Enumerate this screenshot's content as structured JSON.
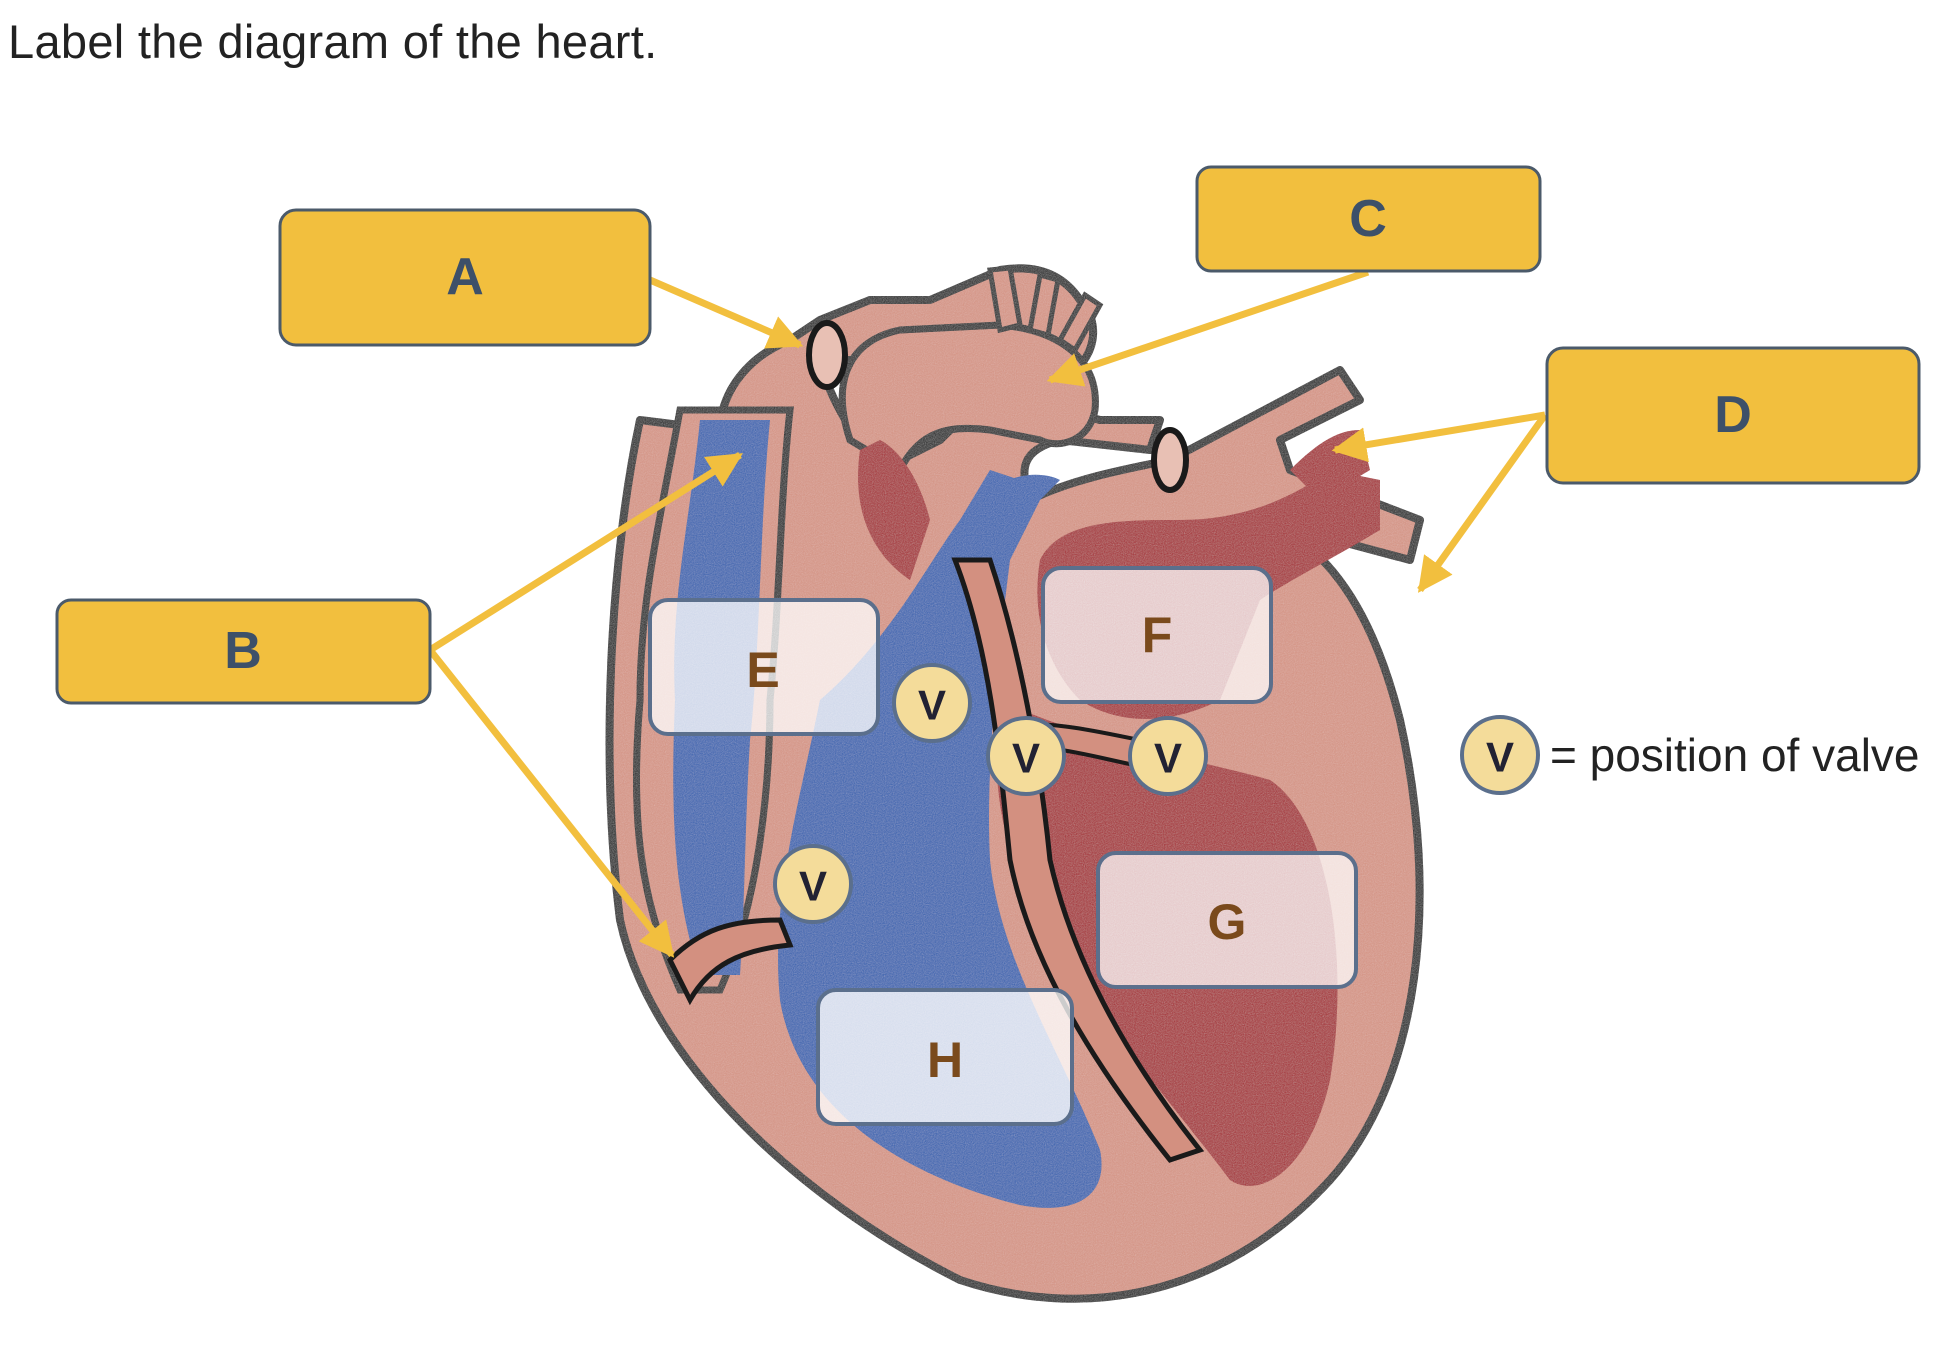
{
  "instruction": "Label the diagram of the heart.",
  "labels": {
    "a": "A",
    "b": "B",
    "c": "C",
    "d": "D",
    "e": "E",
    "f": "F",
    "g": "G",
    "h": "H"
  },
  "valve_symbol": "V",
  "legend": {
    "symbol": "V",
    "text": "= position of valve"
  },
  "colors": {
    "label_box": "#f2bf3e",
    "deoxygenated_blood": "#2f5fae",
    "oxygenated_blood": "#a3242a",
    "heart_wall": "#d39080",
    "valve_fill": "#f4dc9a"
  }
}
